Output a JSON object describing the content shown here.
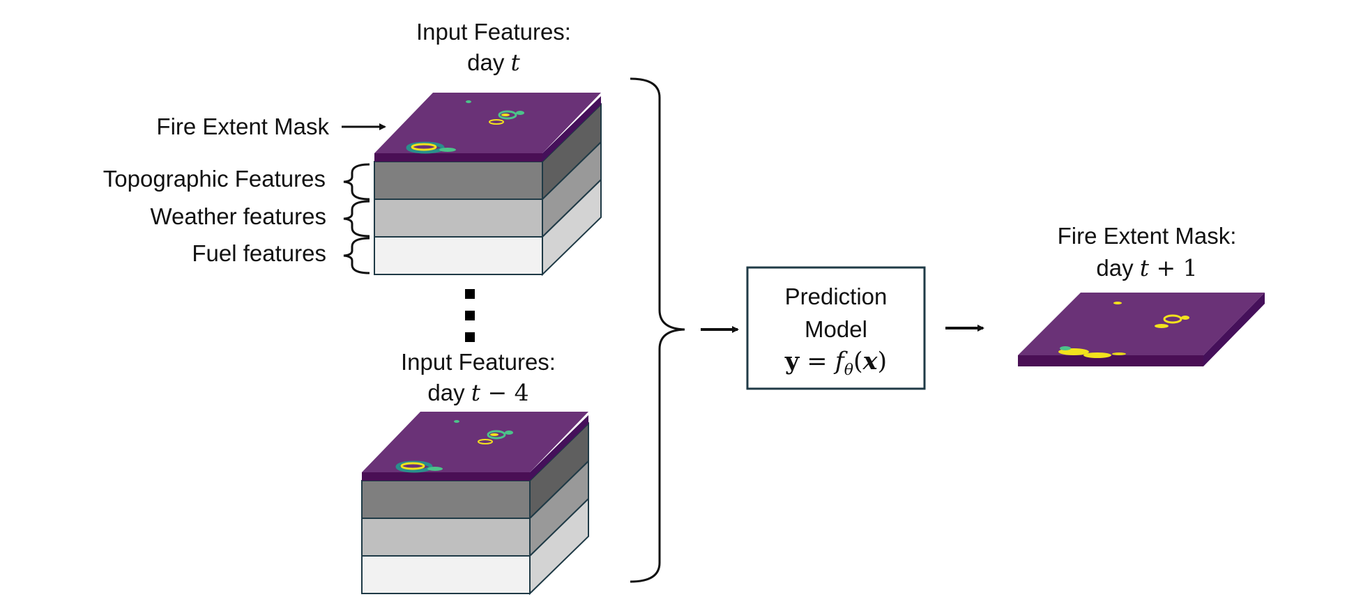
{
  "colors": {
    "mask_top": "#6a3277",
    "mask_edge_front": "#4a0f55",
    "mask_edge_side": "#45105a",
    "fire_yellow": "#f2e21d",
    "fire_green": "#4cc38a",
    "fire_teal": "#2a8f8c",
    "topographic_front": "#7f7f7f",
    "topographic_side": "#5f5f5f",
    "weather_front": "#bfbfbf",
    "weather_side": "#999999",
    "fuel_front": "#f2f2f2",
    "fuel_side": "#d3d3d3",
    "outline": "#1f3a46",
    "text": "#111111"
  },
  "stack_top": {
    "header_line1": "Input Features:",
    "header_prefix": "day ",
    "header_var": "t",
    "fire_mask_label": "Fire Extent Mask",
    "topographic_label": "Topographic Features",
    "weather_label": "Weather features",
    "fuel_label": "Fuel features"
  },
  "stack_bottom": {
    "header_line1": "Input Features:",
    "header_prefix": "day ",
    "header_var": "t",
    "header_suffix": " − 4"
  },
  "model": {
    "line1": "Prediction",
    "line2": "Model",
    "formula_y": "y",
    "formula_eq": " = ",
    "formula_f": "f",
    "formula_sub": "θ",
    "formula_open": "(",
    "formula_x": "x",
    "formula_close": ")"
  },
  "output": {
    "header_line1": "Fire Extent Mask:",
    "header_prefix": "day ",
    "header_var": "t",
    "header_suffix": " + 1"
  },
  "icons": {
    "ellipsis": "vertical-dots-icon",
    "arrows": "right-arrow-icon",
    "brace": "right-curly-brace-icon"
  }
}
